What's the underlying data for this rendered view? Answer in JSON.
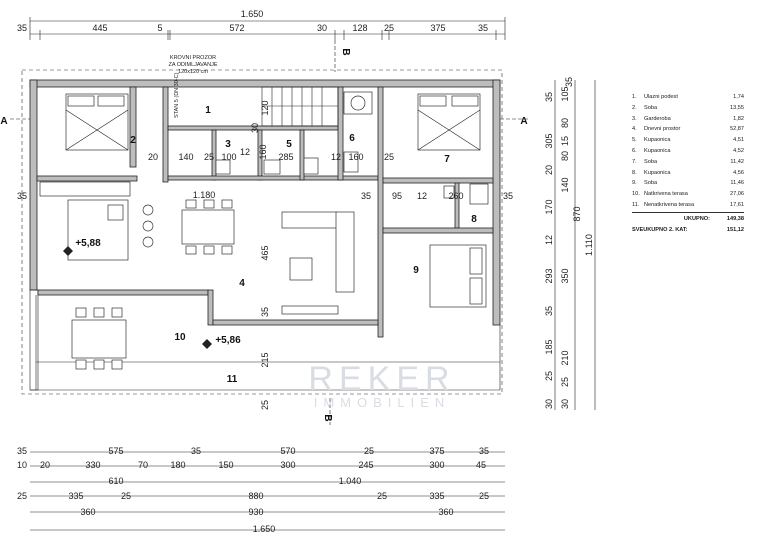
{
  "top_dims": {
    "total": "1.650",
    "row": [
      "35",
      "445",
      "5",
      "572",
      "30",
      "128",
      "25",
      "375",
      "35"
    ]
  },
  "section_letters": {
    "a": "A",
    "b": "B"
  },
  "roof_window_note": [
    "KROVNI PROZOR",
    "ZA ODIMLJAVANJE",
    "120x120 cm"
  ],
  "stair_label": "STAN 5 (DN 30-C)",
  "room_numbers": [
    "1",
    "2",
    "3",
    "4",
    "5",
    "6",
    "7",
    "8",
    "9",
    "10",
    "11"
  ],
  "levels": [
    "+5,88",
    "+5,86"
  ],
  "inner_dims": [
    "20",
    "140",
    "25",
    "100",
    "12",
    "285",
    "12",
    "160",
    "25",
    "160",
    "1.180",
    "465",
    "35",
    "95",
    "12",
    "260",
    "215",
    "25",
    "35",
    "120",
    "30"
  ],
  "right_dims": {
    "inner": [
      "35",
      "105",
      "305",
      "80",
      "15",
      "80",
      "20",
      "140",
      "170",
      "12",
      "293",
      "35",
      "185",
      "25",
      "30"
    ],
    "outer": [
      "35",
      "870",
      "350",
      "210",
      "25",
      "30"
    ],
    "total": "1.110"
  },
  "bottom_dims": {
    "row1": [
      "35",
      "575",
      "35",
      "570",
      "25",
      "375",
      "35"
    ],
    "row2": [
      "10",
      "20",
      "330",
      "70",
      "180",
      "150",
      "300",
      "245",
      "300",
      "45"
    ],
    "row3": [
      "610",
      "1.040"
    ],
    "row4": [
      "25",
      "335",
      "25",
      "880",
      "25",
      "335",
      "25"
    ],
    "row5": [
      "360",
      "930",
      "360"
    ],
    "total": "1.650"
  },
  "left_dims": [
    "35"
  ],
  "legend": {
    "rows": [
      {
        "num": "1.",
        "name": "Ulazni podest",
        "val": "1,74"
      },
      {
        "num": "2.",
        "name": "Soba",
        "val": "13,55"
      },
      {
        "num": "3.",
        "name": "Garderoba",
        "val": "1,82"
      },
      {
        "num": "4.",
        "name": "Dnevni prostor",
        "val": "52,87"
      },
      {
        "num": "5.",
        "name": "Kupaonica",
        "val": "4,51"
      },
      {
        "num": "6.",
        "name": "Kupaonica",
        "val": "4,52"
      },
      {
        "num": "7.",
        "name": "Soba",
        "val": "11,42"
      },
      {
        "num": "8.",
        "name": "Kupaonica",
        "val": "4,56"
      },
      {
        "num": "9.",
        "name": "Soba",
        "val": "11,46"
      },
      {
        "num": "10.",
        "name": "Natkrivena terasa",
        "val": "27,06"
      },
      {
        "num": "11.",
        "name": "Nenatkrivena terasa",
        "val": "17,61"
      }
    ],
    "total_label": "UKUPNO:",
    "total_value": "149,38",
    "grand_label": "SVEUKUPNO 2. KAT:",
    "grand_value": "151,12"
  },
  "watermark": {
    "brand": "REKER",
    "sub": "IMMOBILIEN"
  }
}
